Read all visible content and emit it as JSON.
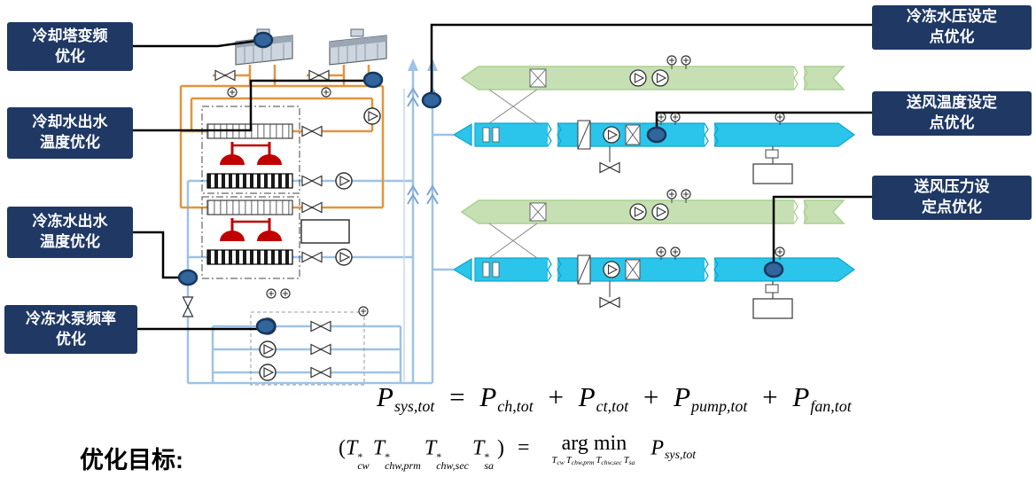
{
  "callout_labels": {
    "left": [
      {
        "line1": "冷却塔变频",
        "line2": "优化"
      },
      {
        "line1": "冷却水出水",
        "line2": "温度优化"
      },
      {
        "line1": "冷冻水出水",
        "line2": "温度优化"
      },
      {
        "line1": "冷冻水泵频率",
        "line2": "优化"
      }
    ],
    "right": [
      {
        "line1": "冷冻水压设定",
        "line2": "点优化"
      },
      {
        "line1": "送风温度设定",
        "line2": "点优化"
      },
      {
        "line1": "送风压力设",
        "line2": "定点优化"
      }
    ]
  },
  "objective": {
    "heading": "优化目标:",
    "eq1": {
      "p": "P",
      "sub_sys": "sys,tot",
      "equals": "=",
      "sub_ch": "ch,tot",
      "plus": "+",
      "sub_ct": "ct,tot",
      "sub_pump": "pump,tot",
      "sub_fan": "fan,tot"
    },
    "eq2": {
      "lparen": "(",
      "t": "T",
      "star": "*",
      "sub_cw": "cw",
      "sub_chw_prm": "chw,prm",
      "sub_chw_sec": "chw,sec",
      "sub_sa": "sa",
      "rparen": ")",
      "equals": "=",
      "argmin": "arg min",
      "p": "P",
      "sub_sys": "sys,tot"
    }
  },
  "colors": {
    "label_background": "#1F3864",
    "label_text": "#FFFFFF",
    "condenser_water_pipe": "#E0953F",
    "chilled_water_pipe": "#9DC3E6",
    "supply_air_duct": "#2BC4EA",
    "return_air_duct": "#C6E0B4",
    "chiller_compressor": "#C00000",
    "callout_dot": "#31659C"
  }
}
